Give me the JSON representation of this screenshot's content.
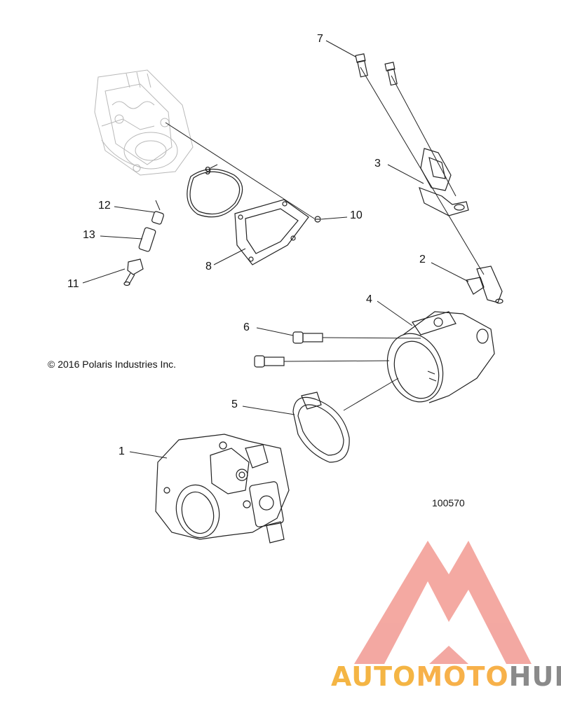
{
  "diagram": {
    "callouts": [
      "1",
      "2",
      "3",
      "4",
      "5",
      "6",
      "7",
      "8",
      "9",
      "10",
      "11",
      "12",
      "13"
    ],
    "copyright": "© 2016 Polaris Industries Inc.",
    "document_number": "100570"
  },
  "watermark": {
    "part1": "AUTO",
    "part2": "MOTO",
    "part3": "HUB",
    "colors": {
      "auto": "#f4b544",
      "moto": "#f7b14a",
      "hub": "#8a8a8a",
      "logo": "#f29a92"
    }
  }
}
